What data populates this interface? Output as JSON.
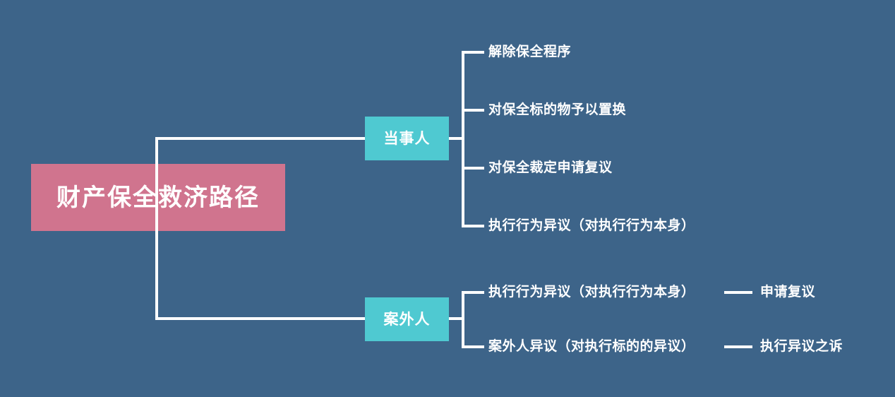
{
  "diagram": {
    "title": "财产保全救济路径",
    "type": "mindmap",
    "background_color": "#3d6489",
    "connector_color": "#ffffff",
    "root": {
      "label": "财产保全救济路径",
      "color": "#d0748e",
      "text_color": "#ffffff"
    },
    "branches": [
      {
        "label": "当事人",
        "color": "#4fc9d1",
        "text_color": "#ffffff",
        "children": [
          {
            "label": "解除保全程序",
            "children": []
          },
          {
            "label": "对保全标的物予以置换",
            "children": []
          },
          {
            "label": "对保全裁定申请复议",
            "children": []
          },
          {
            "label": "执行行为异议（对执行行为本身）",
            "children": []
          }
        ]
      },
      {
        "label": "案外人",
        "color": "#4fc9d1",
        "text_color": "#ffffff",
        "children": [
          {
            "label": "执行行为异议（对执行行为本身）",
            "children": [
              {
                "label": "申请复议"
              }
            ]
          },
          {
            "label": "案外人异议（对执行标的的异议）",
            "children": [
              {
                "label": "执行异议之诉"
              }
            ]
          }
        ]
      }
    ]
  }
}
